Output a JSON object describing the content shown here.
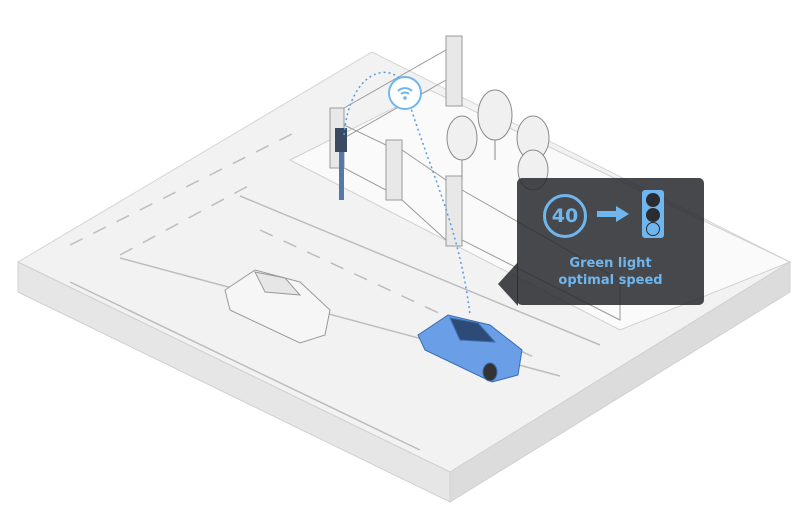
{
  "callout": {
    "speed_value": "40",
    "caption_line1": "Green light",
    "caption_line2": "optimal speed"
  },
  "icons": [
    "wifi-icon",
    "speed-limit-icon",
    "arrow-right-icon",
    "traffic-light-icon"
  ],
  "colors": {
    "accent": "#6fb6ee",
    "car": "#6a9ee6",
    "callout_bg": "#2a2c30"
  }
}
